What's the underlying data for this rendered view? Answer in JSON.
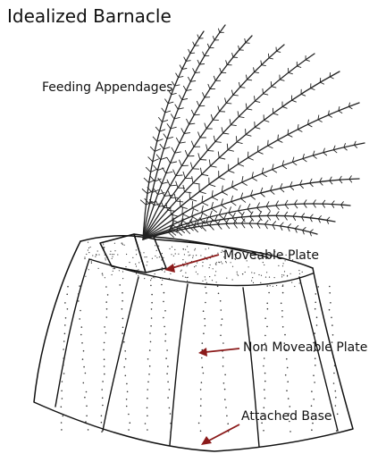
{
  "diagram": {
    "title": "Idealized Barnacle",
    "labels": {
      "feeding_appendages": "Feeding Appendages",
      "moveable_plate": "Moveable Plate",
      "non_moveable_plate": "Non Moveable Plate",
      "attached_base": "Attached Base"
    },
    "colors": {
      "line": "#111111",
      "arrow": "#8b1a1a",
      "background": "#ffffff"
    }
  }
}
